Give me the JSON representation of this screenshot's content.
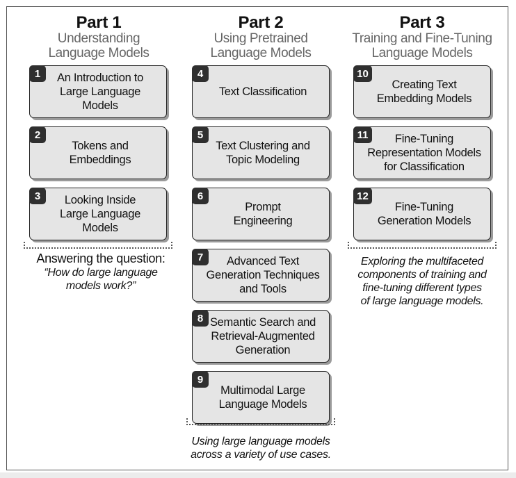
{
  "parts": [
    {
      "title": "Part 1",
      "subtitle_lines": [
        "Understanding",
        "Language Models"
      ],
      "chapters": [
        {
          "num": "1",
          "lines": [
            "An Introduction to",
            "Large Language Models"
          ]
        },
        {
          "num": "2",
          "lines": [
            "Tokens and",
            "Embeddings"
          ]
        },
        {
          "num": "3",
          "lines": [
            "Looking Inside",
            "Large Language Models"
          ]
        }
      ],
      "caption_plain": "Answering the question:",
      "caption_italic_lines": [
        "“How do large language",
        "models work?”"
      ]
    },
    {
      "title": "Part 2",
      "subtitle_lines": [
        "Using Pretrained",
        "Language Models"
      ],
      "chapters": [
        {
          "num": "4",
          "lines": [
            "Text Classification"
          ]
        },
        {
          "num": "5",
          "lines": [
            "Text Clustering and",
            "Topic Modeling"
          ]
        },
        {
          "num": "6",
          "lines": [
            "Prompt",
            "Engineering"
          ]
        },
        {
          "num": "7",
          "lines": [
            "Advanced Text",
            "Generation Techniques",
            "and Tools"
          ]
        },
        {
          "num": "8",
          "lines": [
            "Semantic Search and",
            "Retrieval-Augmented",
            "Generation"
          ]
        },
        {
          "num": "9",
          "lines": [
            "Multimodal Large",
            "Language Models"
          ]
        }
      ],
      "caption_italic_lines": [
        "Using large language models",
        "across a variety of use cases."
      ]
    },
    {
      "title": "Part 3",
      "subtitle_lines": [
        "Training and Fine-Tuning",
        "Language Models"
      ],
      "chapters": [
        {
          "num": "10",
          "lines": [
            "Creating Text",
            "Embedding Models"
          ]
        },
        {
          "num": "11",
          "lines": [
            "Fine-Tuning",
            "Representation Models",
            "for Classification"
          ]
        },
        {
          "num": "12",
          "lines": [
            "Fine-Tuning",
            "Generation Models"
          ]
        }
      ],
      "caption_italic_lines": [
        "Exploring the multifaceted",
        "components of training and",
        "fine-tuning different types",
        "of large language models."
      ]
    }
  ],
  "colors": {
    "box_fill": "#e5e5e5",
    "badge_fill": "#2f2f2f",
    "subtitle": "#666666"
  }
}
